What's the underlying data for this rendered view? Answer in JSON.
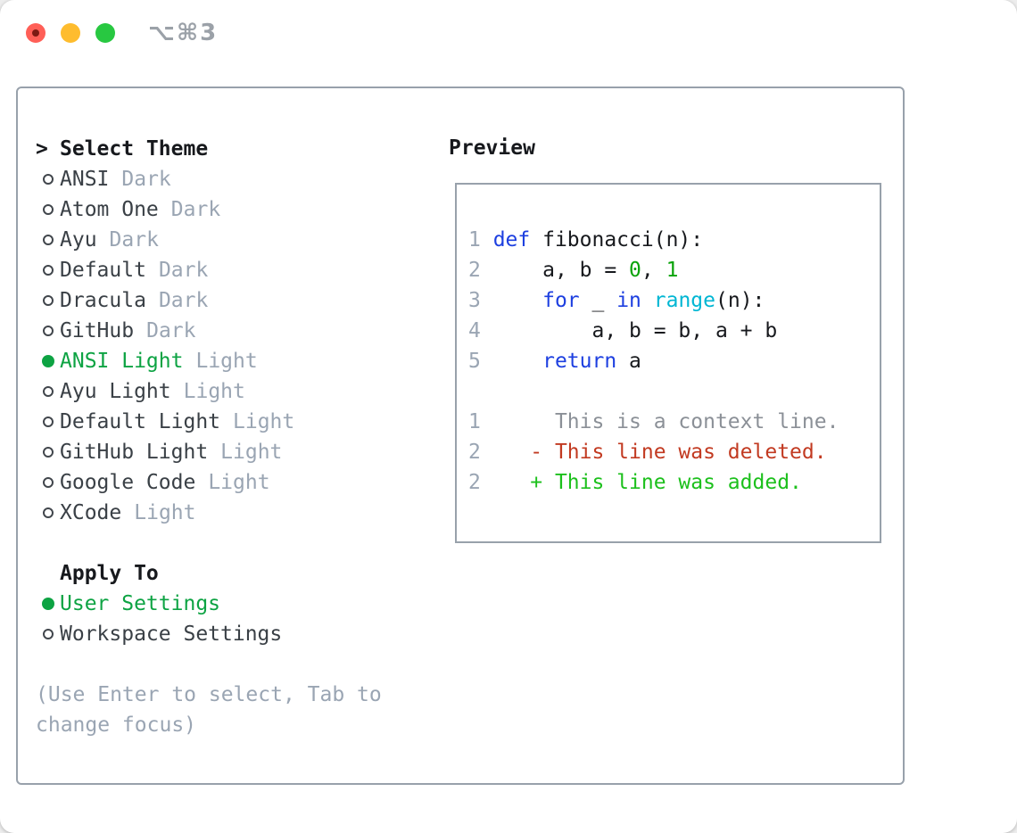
{
  "window": {
    "shortcut": "⌥⌘3"
  },
  "theme_panel": {
    "title_marker": ">",
    "title": "Select Theme",
    "themes": [
      {
        "name": "ANSI",
        "variant": "Dark",
        "selected": false
      },
      {
        "name": "Atom One",
        "variant": "Dark",
        "selected": false
      },
      {
        "name": "Ayu",
        "variant": "Dark",
        "selected": false
      },
      {
        "name": "Default",
        "variant": "Dark",
        "selected": false
      },
      {
        "name": "Dracula",
        "variant": "Dark",
        "selected": false
      },
      {
        "name": "GitHub",
        "variant": "Dark",
        "selected": false
      },
      {
        "name": "ANSI Light",
        "variant": "Light",
        "selected": true
      },
      {
        "name": "Ayu Light",
        "variant": "Light",
        "selected": false
      },
      {
        "name": "Default Light",
        "variant": "Light",
        "selected": false
      },
      {
        "name": "GitHub Light",
        "variant": "Light",
        "selected": false
      },
      {
        "name": "Google Code",
        "variant": "Light",
        "selected": false
      },
      {
        "name": "XCode",
        "variant": "Light",
        "selected": false
      }
    ],
    "apply_to": {
      "title": "Apply To",
      "options": [
        {
          "label": "User Settings",
          "selected": true
        },
        {
          "label": "Workspace Settings",
          "selected": false
        }
      ]
    },
    "hint": "(Use Enter to select, Tab to change focus)"
  },
  "preview": {
    "title": "Preview",
    "code_lines": [
      {
        "num": "1",
        "tokens": [
          {
            "t": "def",
            "c": "kw"
          },
          {
            "t": " fibonacci(n):",
            "c": "plain"
          }
        ]
      },
      {
        "num": "2",
        "tokens": [
          {
            "t": "    a, b = ",
            "c": "plain"
          },
          {
            "t": "0",
            "c": "num"
          },
          {
            "t": ", ",
            "c": "plain"
          },
          {
            "t": "1",
            "c": "num"
          }
        ]
      },
      {
        "num": "3",
        "tokens": [
          {
            "t": "    ",
            "c": "plain"
          },
          {
            "t": "for",
            "c": "kw"
          },
          {
            "t": " _ ",
            "c": "plain"
          },
          {
            "t": "in",
            "c": "kw"
          },
          {
            "t": " ",
            "c": "plain"
          },
          {
            "t": "range",
            "c": "fn"
          },
          {
            "t": "(n):",
            "c": "plain"
          }
        ]
      },
      {
        "num": "4",
        "tokens": [
          {
            "t": "        a, b = b, a + b",
            "c": "plain"
          }
        ]
      },
      {
        "num": "5",
        "tokens": [
          {
            "t": "    ",
            "c": "plain"
          },
          {
            "t": "return",
            "c": "kw"
          },
          {
            "t": " a",
            "c": "plain"
          }
        ]
      },
      {
        "num": "",
        "tokens": []
      },
      {
        "num": "1",
        "tokens": [
          {
            "t": "     This is a context line.",
            "c": "ctx"
          }
        ]
      },
      {
        "num": "2",
        "tokens": [
          {
            "t": "   - This line was deleted.",
            "c": "del"
          }
        ]
      },
      {
        "num": "2",
        "tokens": [
          {
            "t": "   + This line was added.",
            "c": "add"
          }
        ]
      }
    ]
  },
  "colors": {
    "selection_green": "#0da343",
    "added_green": "#1cc01c",
    "number_green": "#0aa30a",
    "deleted_red": "#c23a21",
    "keyword_blue": "#1d3fe0",
    "function_cyan": "#00b6d3",
    "muted_gray": "#9aa5b3",
    "context_gray": "#8b9097",
    "item_gray": "#3a4046",
    "text_black": "#17191d",
    "border_gray": "#98a1ab",
    "traffic_red": "#ff5f57",
    "traffic_yellow": "#febc2e",
    "traffic_green": "#28c841",
    "shortcut_gray": "#9ba1a8"
  }
}
